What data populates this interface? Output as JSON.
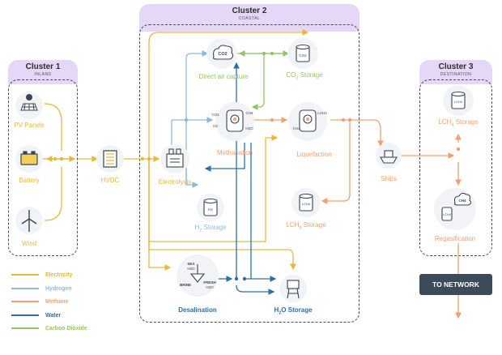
{
  "clusters": {
    "c1": {
      "title": "Cluster 1",
      "subtitle": "INLAND"
    },
    "c2": {
      "title": "Cluster 2",
      "subtitle": "COASTAL"
    },
    "c3": {
      "title": "Cluster 3",
      "subtitle": "DESTINATION"
    }
  },
  "nodes": {
    "pv": "PV Panels",
    "battery": "Battery",
    "wind": "Wind",
    "hvdc": "HVDC",
    "electrolysis": "Electrolysis",
    "h2_storage": "H",
    "h2_storage_sub": "2",
    "h2_storage_rest": " Storage",
    "dac": "Direct air capture",
    "co2_storage": "CO",
    "co2_storage_sub": "2",
    "co2_storage_rest": " Storage",
    "methanation": "Methanation",
    "liquefaction": "Liquefaction",
    "lch4_storage_c2": "LCH",
    "lch4_storage_c2_sub": "4",
    "lch4_storage_c2_rest": " Storage",
    "desalination": "Desalination",
    "h2o_storage": "H",
    "h2o_storage_sub": "2",
    "h2o_storage_rest": "O Storage",
    "ships": "Ships",
    "lch4_storage_c3": "LCH",
    "lch4_storage_c3_sub": "4",
    "lch4_storage_c3_rest": " Storage",
    "regasification": "Regasification"
  },
  "icon_text": {
    "co2": "CO2",
    "ch4": "CH4",
    "lch4": "LCH4",
    "h2": "H2",
    "sea": "SEA",
    "h2o": "H2O",
    "brine": "BRINE",
    "fresh": "FRESH"
  },
  "network_label": "TO NETWORK",
  "legend": [
    {
      "label": "Electricity",
      "color": "#e6b93a"
    },
    {
      "label": "Hydrogen",
      "color": "#8fb9db"
    },
    {
      "label": "Methane",
      "color": "#f0a072"
    },
    {
      "label": "Water",
      "color": "#2e6ea8"
    },
    {
      "label": "Carbon Dioxide",
      "color": "#93c26a"
    }
  ],
  "colors": {
    "electricity": "#e6b93a",
    "hydrogen": "#8fb9db",
    "methane": "#f0a072",
    "water": "#2e6ea8",
    "co2": "#93c26a",
    "cluster_tab": "#e4d7f7",
    "network": "#3d4a59"
  }
}
